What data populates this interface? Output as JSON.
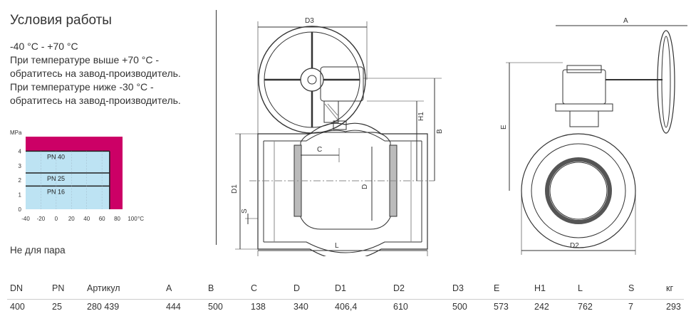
{
  "title": "Условия работы",
  "conditions": [
    "-40 °C - +70 °C",
    "При температуре выше +70 °C -",
    "обратитесь на завод-производитель.",
    "При температуре ниже -30 °C -",
    "обратитесь на завод-производитель."
  ],
  "note": "Не для пара",
  "chart_data": {
    "type": "area",
    "ylabel": "MPa",
    "xunit": "°C",
    "x_ticks": [
      -40,
      -20,
      0,
      20,
      40,
      60,
      80,
      100
    ],
    "y_ticks": [
      0,
      1,
      2,
      3,
      4
    ],
    "xlim": [
      -40,
      100
    ],
    "ylim": [
      0,
      5
    ],
    "series": [
      {
        "name": "PN 40",
        "value": 4.0
      },
      {
        "name": "PN 25",
        "value": 2.5
      },
      {
        "name": "PN 16",
        "value": 1.6
      }
    ],
    "region": {
      "x_min": -40,
      "x_max": 70
    },
    "colors": {
      "background": "#cc0066",
      "fill": "#bde3f3",
      "line": "#222222"
    }
  },
  "drawing_labels": {
    "front": {
      "d3": "D3",
      "h1": "H1",
      "b": "B",
      "c": "C",
      "d": "D",
      "d1": "D1",
      "s": "S",
      "l": "L"
    },
    "side": {
      "a": "A",
      "e": "E",
      "d2": "D2"
    }
  },
  "table": {
    "headers": [
      "DN",
      "PN",
      "Артикул",
      "A",
      "B",
      "C",
      "D",
      "D1",
      "D2",
      "D3",
      "E",
      "H1",
      "L",
      "S",
      "кг"
    ],
    "rows": [
      [
        "400",
        "25",
        "280 439",
        "444",
        "500",
        "138",
        "340",
        "406,4",
        "610",
        "500",
        "573",
        "242",
        "762",
        "7",
        "293"
      ]
    ]
  }
}
